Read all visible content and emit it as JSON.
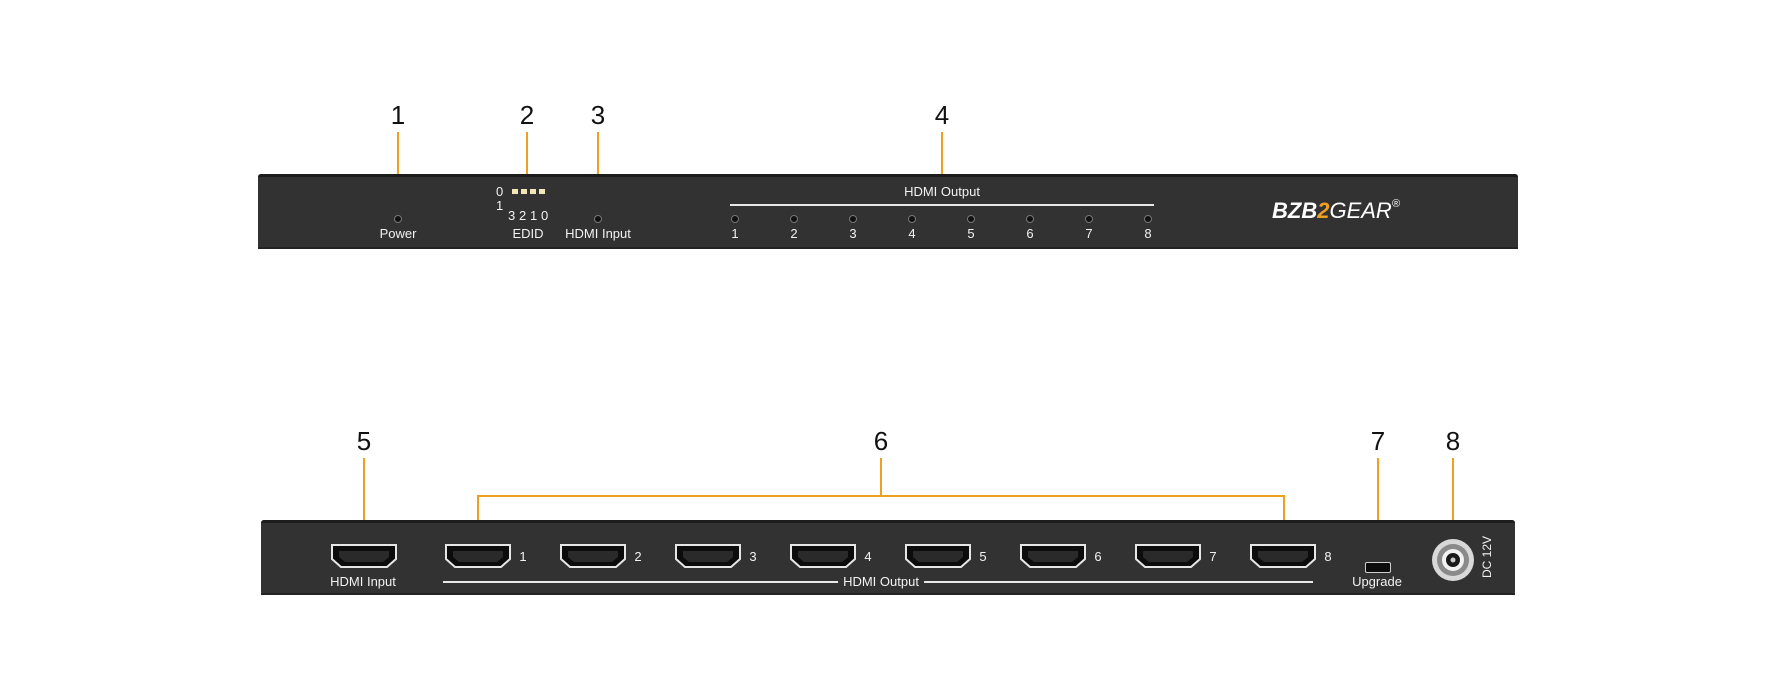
{
  "callouts": [
    "1",
    "2",
    "3",
    "4",
    "5",
    "6",
    "7",
    "8"
  ],
  "front": {
    "labels": {
      "power": "Power",
      "edid": "EDID",
      "hdmi_input": "HDMI Input",
      "hdmi_output": "HDMI Output"
    },
    "edid_rows": [
      "0",
      "1"
    ],
    "edid_bits": [
      "3",
      "2",
      "1",
      "0"
    ],
    "outputs": [
      "1",
      "2",
      "3",
      "4",
      "5",
      "6",
      "7",
      "8"
    ],
    "brand": {
      "left": "BZB",
      "mid": "2",
      "right": "GEAR",
      "mark": "®"
    }
  },
  "rear": {
    "labels": {
      "hdmi_input": "HDMI Input",
      "hdmi_output": "HDMI Output",
      "upgrade": "Upgrade",
      "dc": "DC 12V"
    },
    "outputs": [
      "1",
      "2",
      "3",
      "4",
      "5",
      "6",
      "7",
      "8"
    ]
  },
  "colors": {
    "panel": "#323232",
    "callout": "#f0a020",
    "label": "#f2f2f2"
  }
}
